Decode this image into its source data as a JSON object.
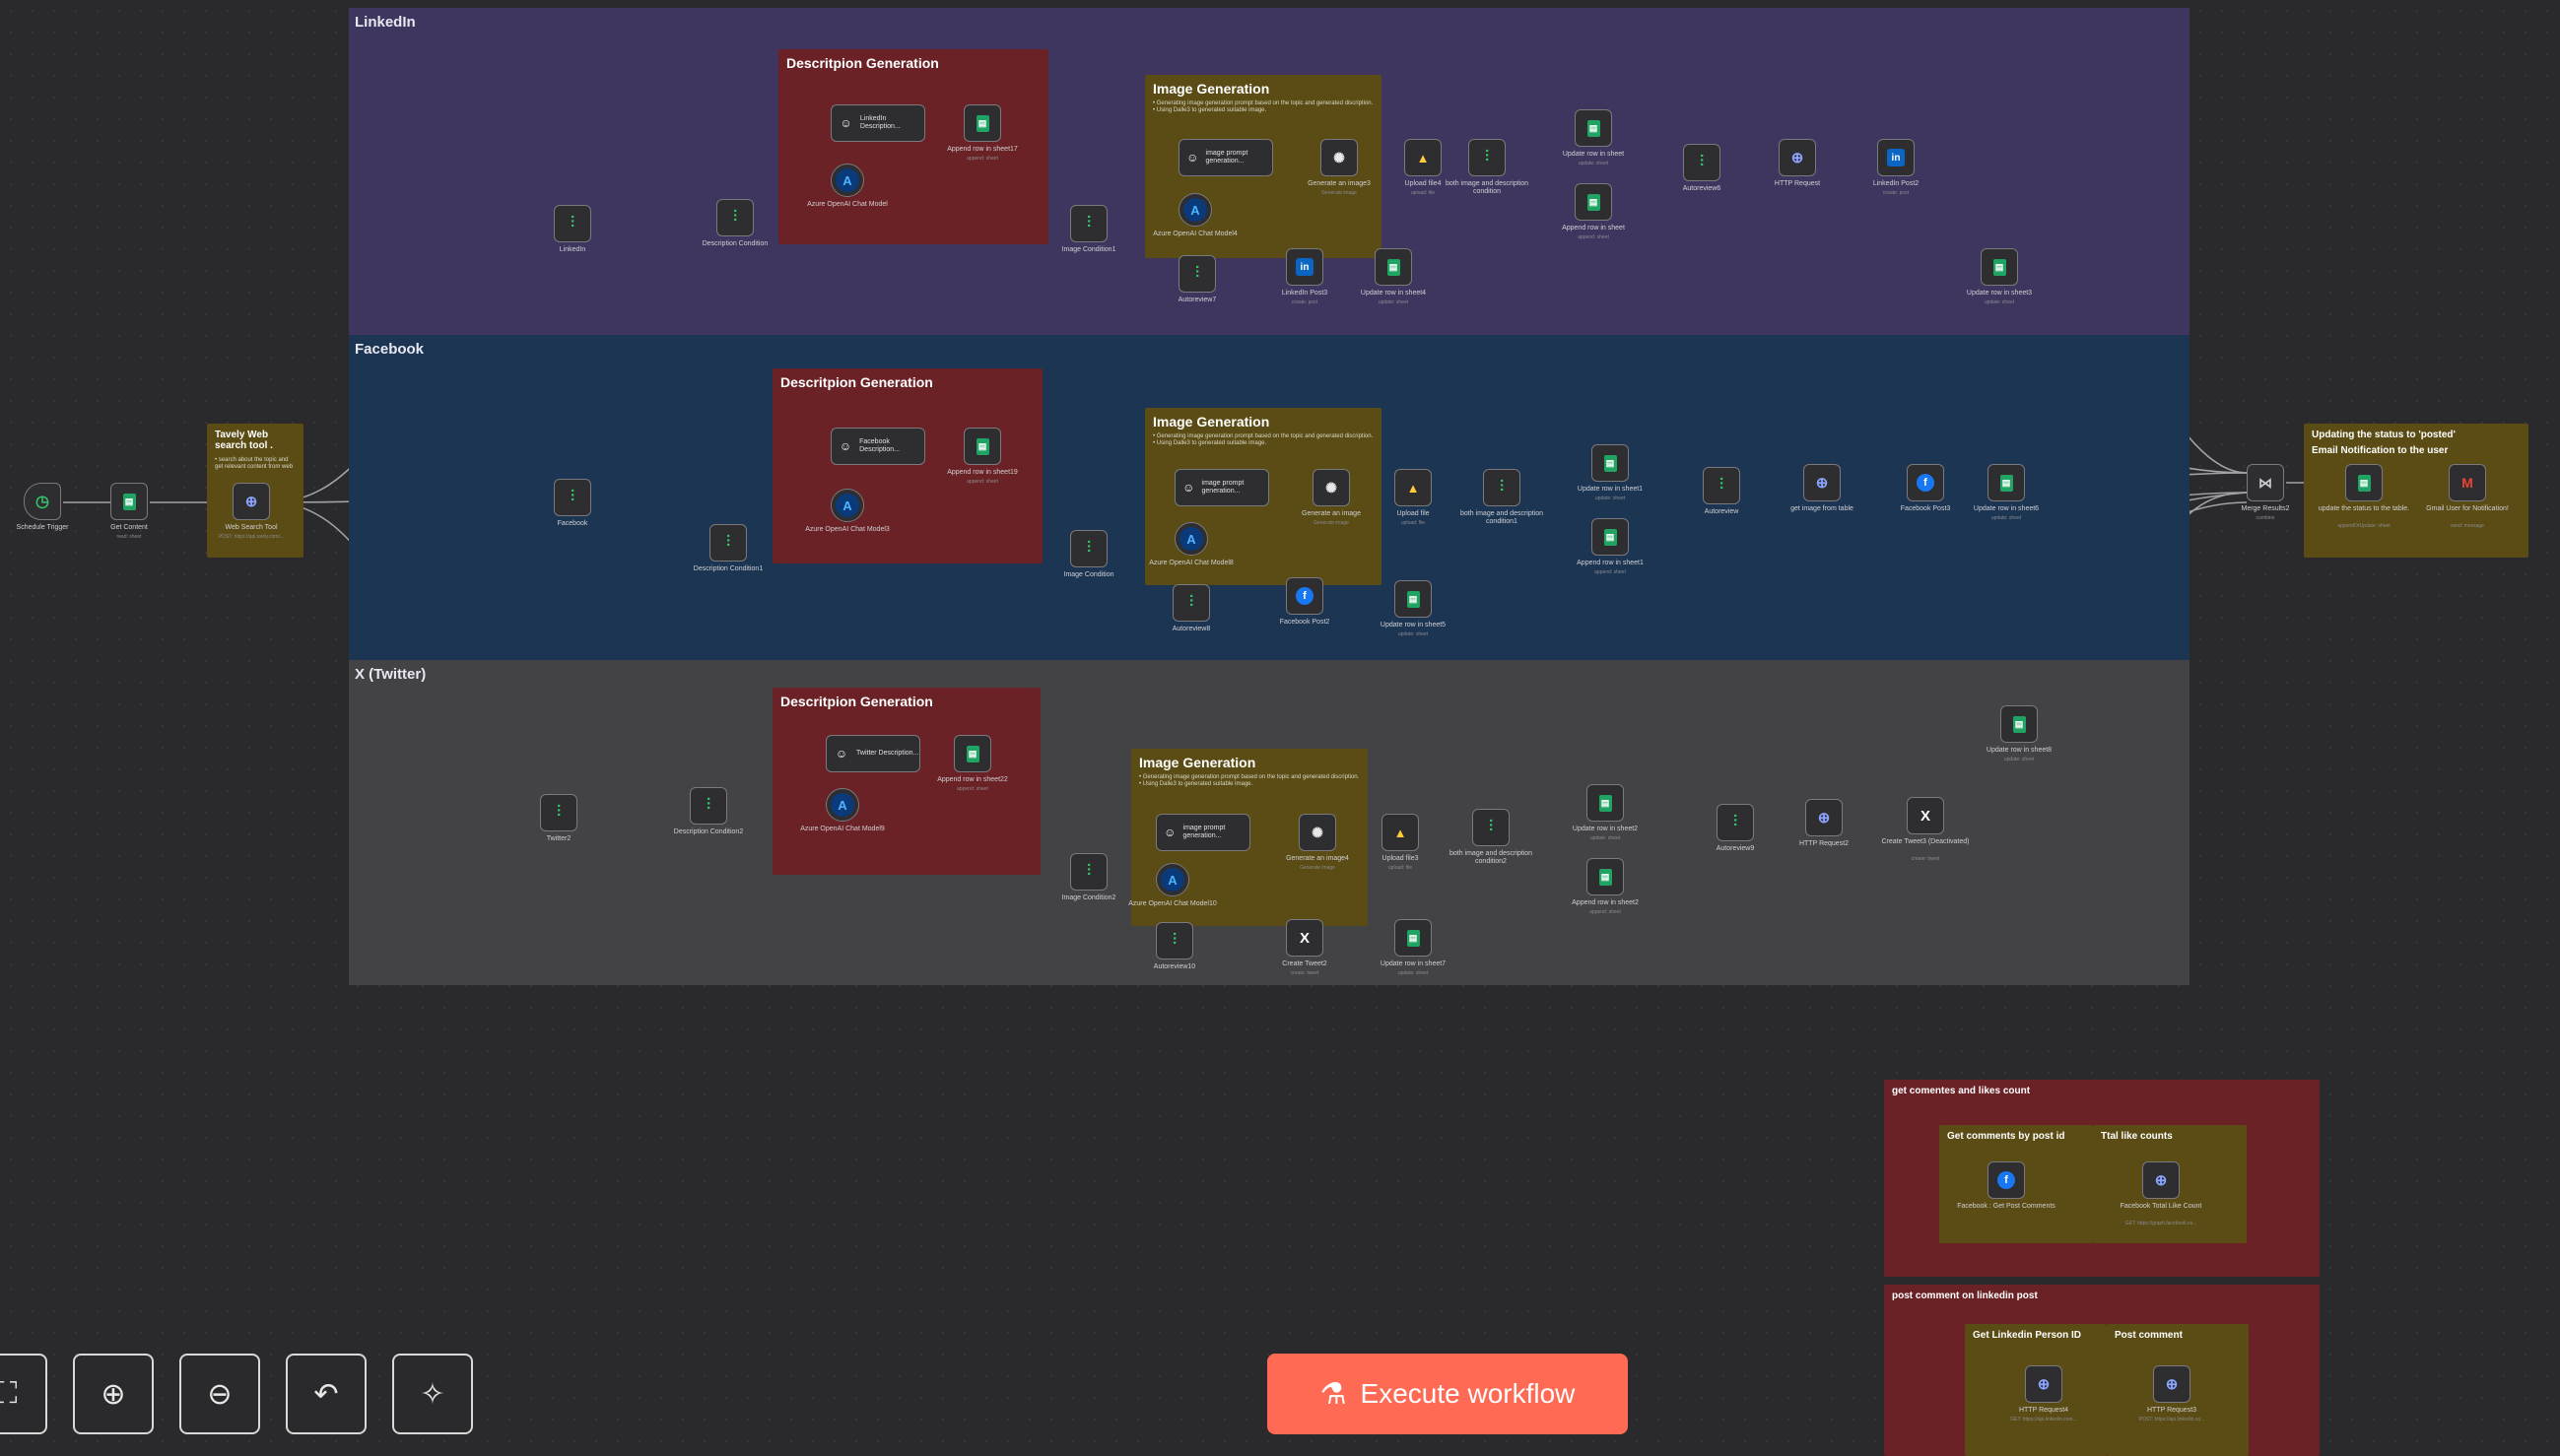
{
  "lanes": [
    {
      "title": "LinkedIn",
      "color": "#3e365e"
    },
    {
      "title": "Facebook",
      "color": "#1c3553"
    },
    {
      "title": "X (Twitter)",
      "color": "#434345"
    }
  ],
  "stickies": {
    "tavily": {
      "title": "Tavely Web search tool .",
      "text": "• search about the topic and get relevant content from web"
    },
    "desc_li": {
      "title": "Descritpion Generation"
    },
    "desc_fb": {
      "title": "Descritpion Generation"
    },
    "desc_x": {
      "title": "Descritpion Generation"
    },
    "img_li": {
      "title": "Image Generation",
      "text": "• Generating image generation prompt based on the topic and generated discription.\n• Using Dalle3 to generated suitable image."
    },
    "img_fb": {
      "title": "Image Generation",
      "text": "• Generating image generation prompt based on the topic and generated discription.\n• Using Dalle3 to generated suitable image."
    },
    "img_x": {
      "title": "Image Generation",
      "text": "• Generating image generation prompt based on the topic and generated discription.\n• Using Dalle3 to generated suitable image."
    },
    "status": {
      "title": "Updating the status to 'posted'",
      "title2": "Email Notification to the user"
    },
    "comments": {
      "title": "get comentes and likes count",
      "sub1": "Get comments by post id",
      "sub2": "Ttal like counts"
    },
    "postcomment": {
      "title": "post comment on linkedin post",
      "sub1": "Get Linkedin Person ID",
      "sub2": "Post comment"
    }
  },
  "nodes": {
    "schedule": {
      "label": "Schedule Trigger",
      "icon": "clock-icon"
    },
    "getcontent": {
      "label": "Get Content",
      "sub": "read: sheet",
      "icon": "sheet-icon"
    },
    "websearch": {
      "label": "Web Search Tool",
      "sub": "POST: https://api.tavily.com/...",
      "icon": "globe-icon"
    },
    "linkedin": {
      "label": "LinkedIn",
      "icon": "if-icon"
    },
    "desccond": {
      "label": "Description Condition",
      "icon": "if-icon"
    },
    "li_desc": {
      "label": "LinkedIn Description...",
      "icon": "robot-icon"
    },
    "li_append17": {
      "label": "Append row in sheet17",
      "sub": "append: sheet",
      "icon": "sheet-icon"
    },
    "li_azure": {
      "label": "Azure OpenAI Chat Model",
      "icon": "azure-icon"
    },
    "imgcond1": {
      "label": "Image Condition1",
      "icon": "if-icon"
    },
    "li_imgprompt": {
      "label": "image prompt generation...",
      "icon": "robot-icon"
    },
    "li_azure4": {
      "label": "Azure OpenAI Chat Model4",
      "icon": "azure-icon"
    },
    "li_genimg": {
      "label": "Generate an image3",
      "sub": "Generate image",
      "icon": "openai-icon"
    },
    "li_upload": {
      "label": "Upload file4",
      "sub": "upload: file",
      "icon": "drive-icon"
    },
    "li_both": {
      "label": "both image and description condition",
      "icon": "if-icon"
    },
    "li_update": {
      "label": "Update row in sheet",
      "sub": "update: sheet",
      "icon": "sheet-icon"
    },
    "li_append": {
      "label": "Append row in sheet",
      "sub": "append: sheet",
      "icon": "sheet-icon"
    },
    "li_autoreview6": {
      "label": "Autoreview6",
      "icon": "if-icon"
    },
    "li_http": {
      "label": "HTTP Request",
      "icon": "globe-icon"
    },
    "li_post2": {
      "label": "LinkedIn Post2",
      "sub": "create: post",
      "icon": "linkedin-icon"
    },
    "li_update3": {
      "label": "Update row in sheet3",
      "sub": "update: sheet",
      "icon": "sheet-icon"
    },
    "li_autoreview7": {
      "label": "Autoreview7",
      "icon": "if-icon"
    },
    "li_post3": {
      "label": "LinkedIn Post3",
      "sub": "create: post",
      "icon": "linkedin-icon"
    },
    "li_update4": {
      "label": "Update row in sheet4",
      "sub": "update: sheet",
      "icon": "sheet-icon"
    },
    "facebook": {
      "label": "Facebook",
      "icon": "if-icon"
    },
    "desccond1": {
      "label": "Description Condition1",
      "icon": "if-icon"
    },
    "fb_desc": {
      "label": "Facebook Description...",
      "icon": "robot-icon"
    },
    "fb_append19": {
      "label": "Append row in sheet19",
      "sub": "append: sheet",
      "icon": "sheet-icon"
    },
    "fb_azure3": {
      "label": "Azure OpenAI Chat Model3",
      "icon": "azure-icon"
    },
    "imgcond": {
      "label": "Image Condition",
      "icon": "if-icon"
    },
    "fb_imgprompt": {
      "label": "image prompt generation...",
      "icon": "robot-icon"
    },
    "fb_azure8": {
      "label": "Azure OpenAI Chat Model8",
      "icon": "azure-icon"
    },
    "fb_genimg": {
      "label": "Generate an image",
      "sub": "Generate image",
      "icon": "openai-icon"
    },
    "fb_upload": {
      "label": "Upload file",
      "sub": "upload: file",
      "icon": "drive-icon"
    },
    "fb_both": {
      "label": "both image and description condition1",
      "icon": "if-icon"
    },
    "fb_update1": {
      "label": "Update row in sheet1",
      "sub": "update: sheet",
      "icon": "sheet-icon"
    },
    "fb_append1": {
      "label": "Append row in sheet1",
      "sub": "append: sheet",
      "icon": "sheet-icon"
    },
    "fb_autoreview": {
      "label": "Autoreview",
      "icon": "if-icon"
    },
    "fb_getimage": {
      "label": "get image from table",
      "icon": "globe-icon"
    },
    "fb_post3": {
      "label": "Facebook Post3",
      "icon": "facebook-icon"
    },
    "fb_update6": {
      "label": "Update row in sheet6",
      "sub": "update: sheet",
      "icon": "sheet-icon"
    },
    "fb_autoreview8": {
      "label": "Autoreview8",
      "icon": "if-icon"
    },
    "fb_post2": {
      "label": "Facebook Post2",
      "icon": "facebook-icon"
    },
    "fb_update5": {
      "label": "Update row in sheet5",
      "sub": "update: sheet",
      "icon": "sheet-icon"
    },
    "twitter2": {
      "label": "Twitter2",
      "icon": "if-icon"
    },
    "desccond2": {
      "label": "Description Condition2",
      "icon": "if-icon"
    },
    "x_desc": {
      "label": "Twitter Description...",
      "icon": "robot-icon"
    },
    "x_append22": {
      "label": "Append row in sheet22",
      "sub": "append: sheet",
      "icon": "sheet-icon"
    },
    "x_azure9": {
      "label": "Azure OpenAI Chat Model9",
      "icon": "azure-icon"
    },
    "imgcond2": {
      "label": "Image Condition2",
      "icon": "if-icon"
    },
    "x_imgprompt": {
      "label": "image prompt generation...",
      "icon": "robot-icon"
    },
    "x_azure10": {
      "label": "Azure OpenAI Chat Model10",
      "icon": "azure-icon"
    },
    "x_genimg": {
      "label": "Generate an image4",
      "sub": "Generate image",
      "icon": "openai-icon"
    },
    "x_upload": {
      "label": "Upload file3",
      "sub": "upload: file",
      "icon": "drive-icon"
    },
    "x_both": {
      "label": "both image and description condition2",
      "icon": "if-icon"
    },
    "x_update2": {
      "label": "Update row in sheet2",
      "sub": "update: sheet",
      "icon": "sheet-icon"
    },
    "x_append2": {
      "label": "Append row in sheet2",
      "sub": "append: sheet",
      "icon": "sheet-icon"
    },
    "x_autoreview9": {
      "label": "Autoreview9",
      "icon": "if-icon"
    },
    "x_http2": {
      "label": "HTTP Request2",
      "icon": "globe-icon"
    },
    "x_tweet3": {
      "label": "Create Tweet3 (Deactivated)",
      "sub": "create: tweet",
      "icon": "x-icon"
    },
    "x_update8": {
      "label": "Update row in sheet8",
      "sub": "update: sheet",
      "icon": "sheet-icon"
    },
    "x_autoreview10": {
      "label": "Autoreview10",
      "icon": "if-icon"
    },
    "x_tweet2": {
      "label": "Create Tweet2",
      "sub": "create: tweet",
      "icon": "x-icon"
    },
    "x_update7": {
      "label": "Update row in sheet7",
      "sub": "update: sheet",
      "icon": "sheet-icon"
    },
    "merge": {
      "label": "Merge Results2",
      "sub": "combine",
      "icon": "merge-icon"
    },
    "update_status": {
      "label": "update the status to the table.",
      "sub": "appendOrUpdate: sheet",
      "icon": "sheet-icon"
    },
    "gmail": {
      "label": "Gmail User for Notification!",
      "sub": "send: message",
      "icon": "gmail-icon"
    },
    "fb_getcomments": {
      "label": "Facebook : Get Post Comments",
      "icon": "facebook-icon"
    },
    "fb_likes": {
      "label": "Facebook Total Like Count",
      "sub": "GET: https://graph.facebook.co...",
      "icon": "globe-icon"
    },
    "http4": {
      "label": "HTTP Request4",
      "sub": "GET: https://api.linkedin.com...",
      "icon": "globe-icon"
    },
    "http3": {
      "label": "HTTP Request3",
      "sub": "POST: https://api.linkedin.co...",
      "icon": "globe-icon"
    }
  },
  "toolbar": {
    "fit": "⛶",
    "zoom_in": "⊕",
    "zoom_out": "⊖",
    "undo": "↶",
    "tidy": "✧"
  },
  "execute": {
    "label": "Execute workflow",
    "icon": "flask-icon"
  }
}
